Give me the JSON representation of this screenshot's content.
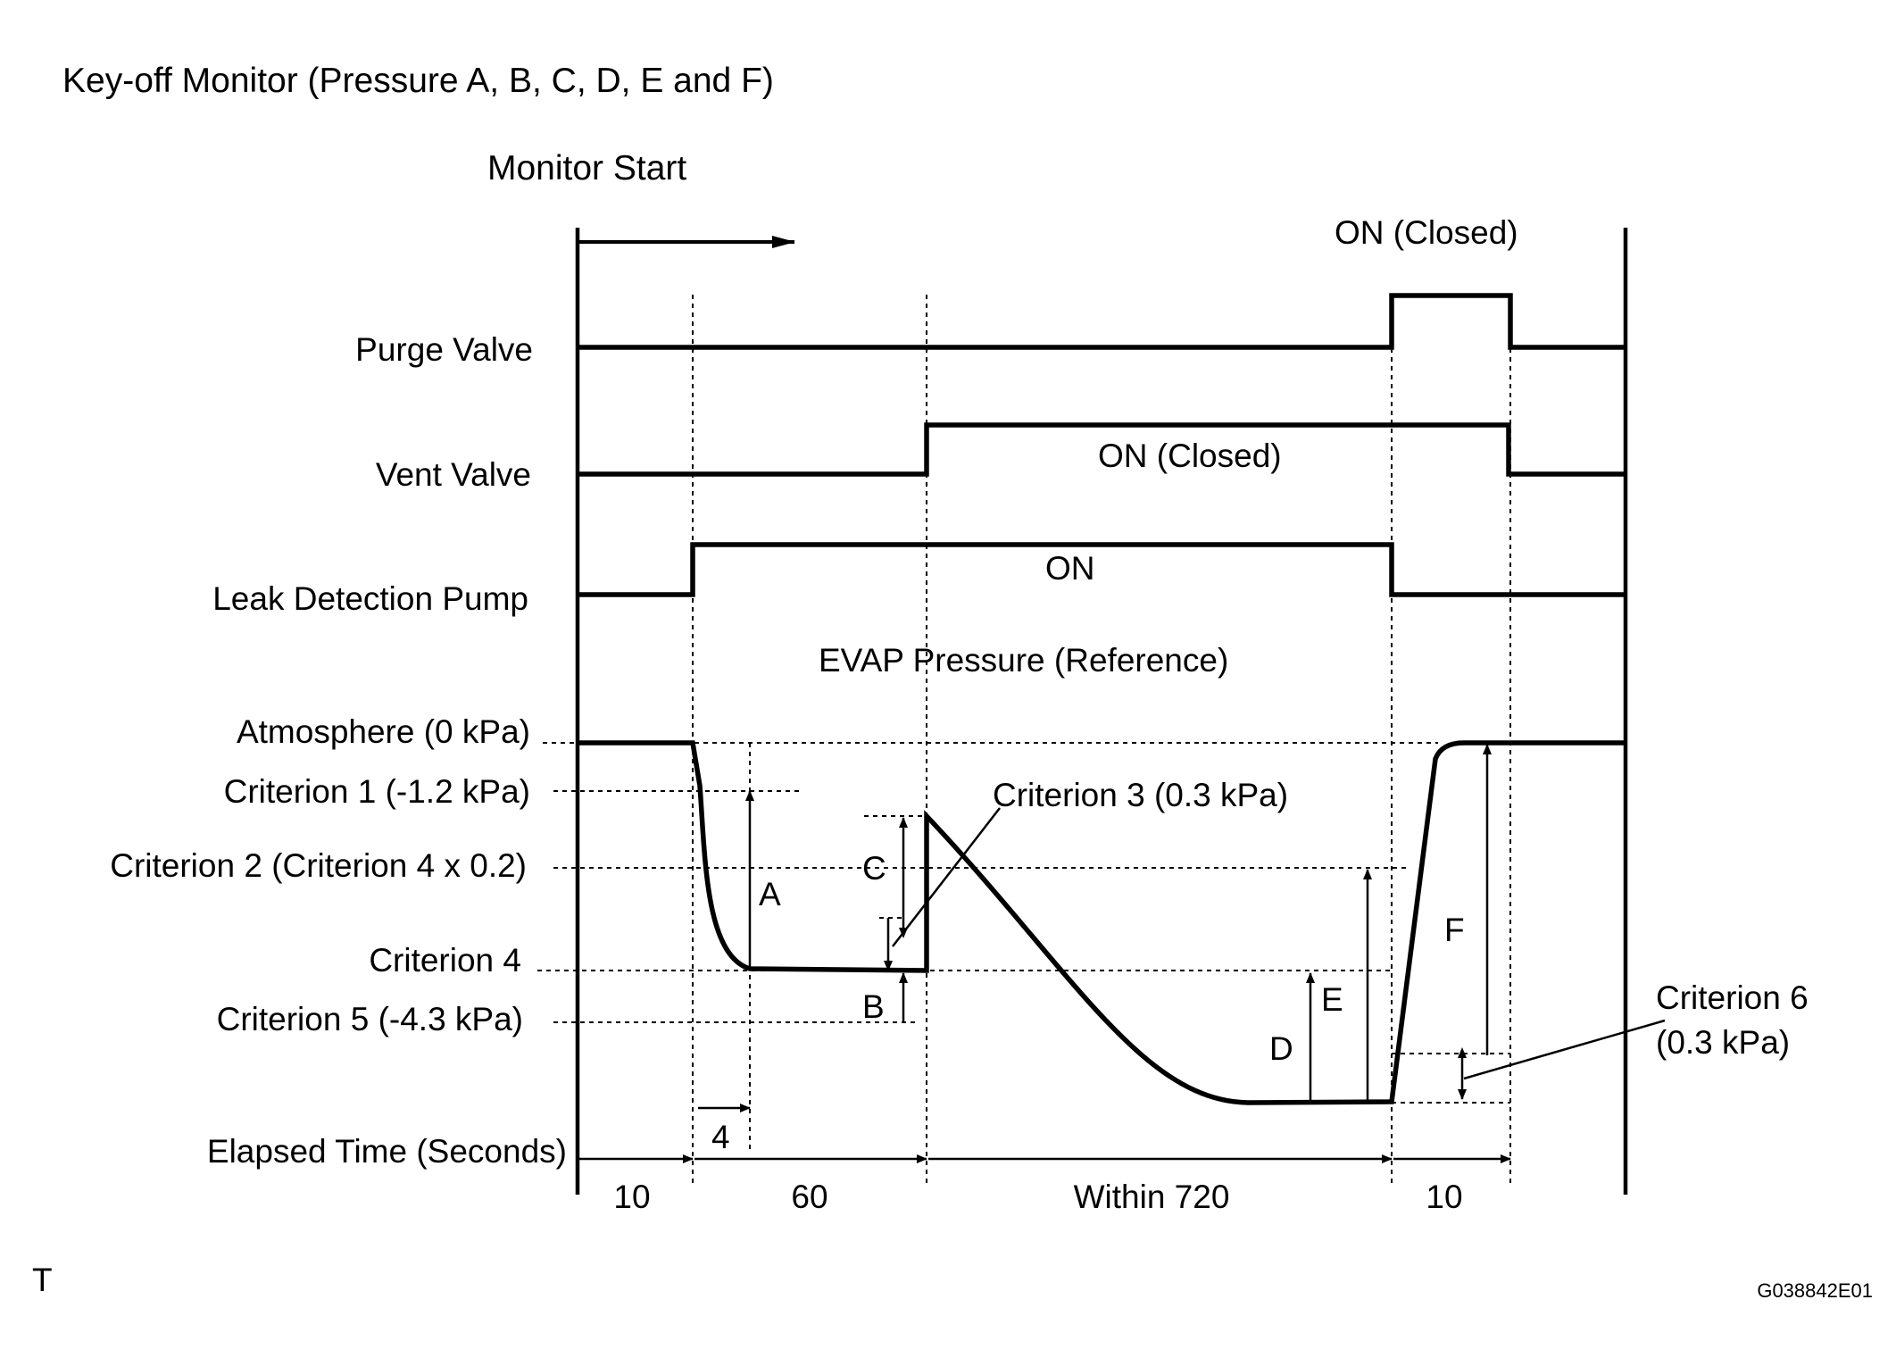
{
  "title": "Key-off Monitor (Pressure A, B, C, D, E and F)",
  "monitor_start": "Monitor Start",
  "rows": {
    "purge_valve": "Purge Valve",
    "vent_valve": "Vent Valve",
    "leak_detection_pump": "Leak Detection Pump"
  },
  "states": {
    "purge_on": "ON (Closed)",
    "vent_on": "ON (Closed)",
    "pump_on": "ON"
  },
  "pressure_title": "EVAP Pressure (Reference)",
  "levels": {
    "atmosphere": "Atmosphere (0 kPa)",
    "criterion1": "Criterion 1 (-1.2 kPa)",
    "criterion2": "Criterion 2 (Criterion 4 x 0.2)",
    "criterion4": "Criterion 4",
    "criterion5": "Criterion 5 (-4.3 kPa)"
  },
  "callouts": {
    "criterion3": "Criterion 3 (0.3 kPa)",
    "criterion6_line1": "Criterion 6",
    "criterion6_line2": "(0.3 kPa)"
  },
  "letters": {
    "a": "A",
    "b": "B",
    "c": "C",
    "d": "D",
    "e": "E",
    "f": "F"
  },
  "delay_label": "4",
  "elapsed_label": "Elapsed Time (Seconds)",
  "durations": [
    "10",
    "60",
    "Within 720",
    "10"
  ],
  "corner_mark": "T",
  "figure_code": "G038842E01"
}
